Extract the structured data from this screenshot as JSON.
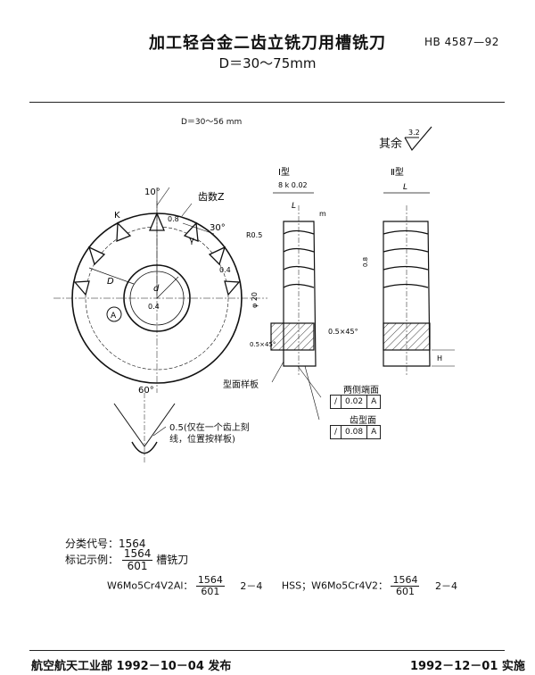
{
  "header": {
    "title": "加工轻合金二齿立铣刀用槽铣刀",
    "standard_number": "HB 4587—92",
    "subtitle": "D＝30～75mm"
  },
  "drawing": {
    "range_note": "D＝30～56 mm",
    "surface_note": "其余",
    "surface_value": "3.2",
    "type_1_label": "Ⅰ型",
    "type_2_label": "Ⅱ型",
    "angle_10": "10°",
    "teeth_label": "齿数Z",
    "angle_30": "30°",
    "angle_60": "60°",
    "label_K": "K",
    "label_gamma": "γ",
    "label_D": "D",
    "label_d": "d",
    "label_A": "A",
    "rough_0_8": "0.8",
    "rough_0_4": "0.4",
    "width_tol": "8 k 0.02",
    "label_L": "L",
    "label_m": "m",
    "r_0_5": "R0.5",
    "phi_20": "φ 20",
    "chamfer_small": "0.5×45°",
    "chamfer_big": "0.5×45°",
    "label_H": "H",
    "profile_template": "型面样板",
    "thread_note": "0.5(仅在一个齿上刻\n线，位置按样板)",
    "side_face_title": "两侧端面",
    "side_face_tol": {
      "symbol": "/",
      "value": "0.02",
      "datum": "A"
    },
    "profile_title": "齿型面",
    "profile_tol": {
      "symbol": "/",
      "value": "0.08",
      "datum": "A"
    }
  },
  "meta": {
    "class_code_label": "分类代号：1564",
    "mark_example_label": "标记示例：",
    "mark_num": "1564",
    "mark_den": "601",
    "mark_suffix": "槽铣刀",
    "spec1_prefix": "W6Mo5Cr4V2Al：",
    "spec1_num": "1564",
    "spec1_den": "601",
    "spec1_suffix": "2－4",
    "spec2_prefix": "HSS；W6Mo5Cr4V2：",
    "spec2_num": "1564",
    "spec2_den": "601",
    "spec2_suffix": "2－4"
  },
  "footer": {
    "issuer": "航空航天工业部 1992－10－04 发布",
    "effective": "1992－12－01 实施"
  }
}
